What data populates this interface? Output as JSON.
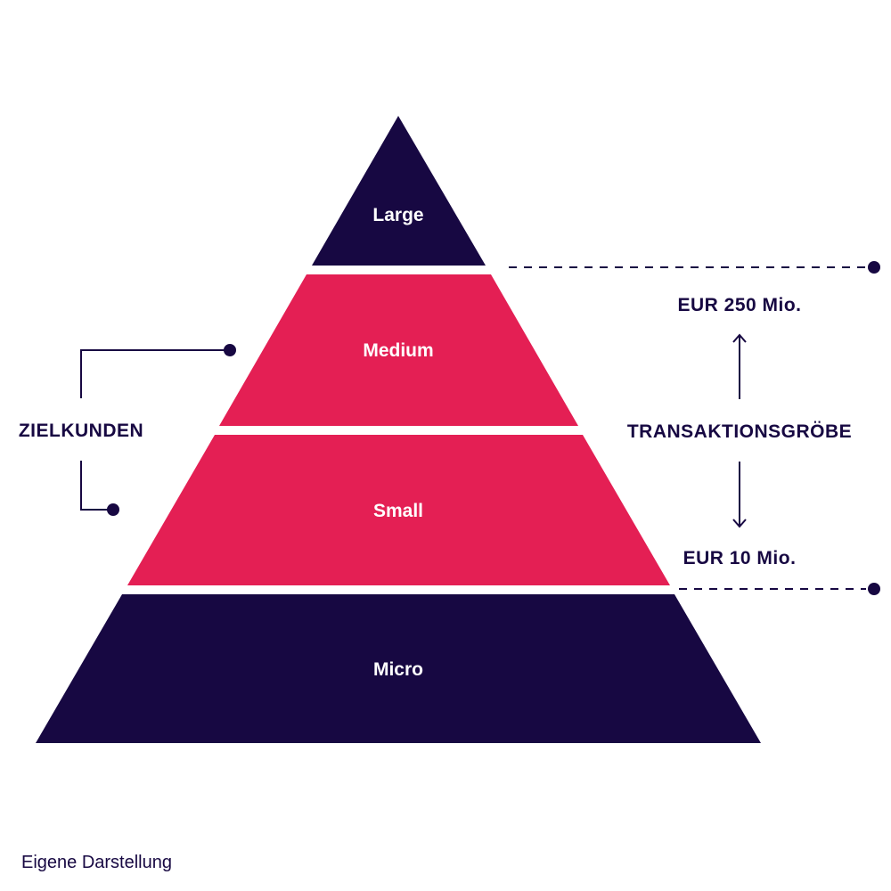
{
  "colors": {
    "navy": "#170842",
    "pink": "#e41f54",
    "white": "#ffffff"
  },
  "pyramid": {
    "tiers": [
      {
        "key": "large",
        "label": "Large",
        "color": "#170842"
      },
      {
        "key": "medium",
        "label": "Medium",
        "color": "#e41f54"
      },
      {
        "key": "small",
        "label": "Small",
        "color": "#e41f54"
      },
      {
        "key": "micro",
        "label": "Micro",
        "color": "#170842"
      }
    ]
  },
  "left_bracket": {
    "label": "ZIELKUNDEN"
  },
  "right_scale": {
    "label": "TRANSAKTIONSGRÖBE",
    "upper_threshold": "EUR 250 Mio.",
    "lower_threshold": "EUR 10 Mio."
  },
  "footer": {
    "source": "Eigene Darstellung"
  }
}
